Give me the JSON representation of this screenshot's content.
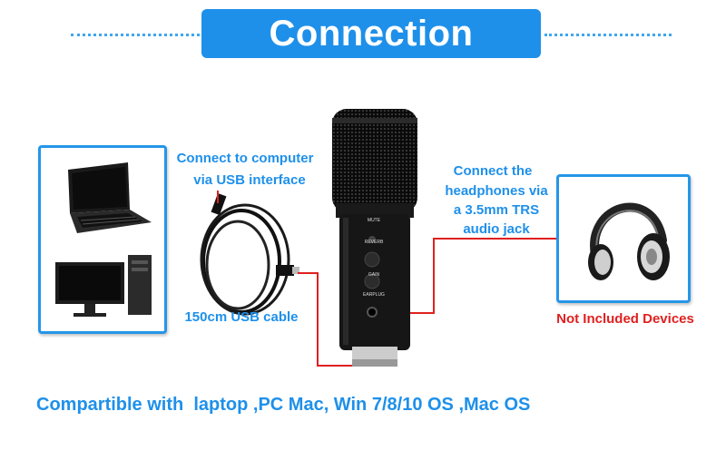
{
  "header": {
    "title": "Connection"
  },
  "computer": {
    "label_line1": "Connect to computer",
    "label_line2": "via USB interface",
    "cable_label": "150cm USB cable"
  },
  "headphones": {
    "label_line1": "Connect the",
    "label_line2": "headphones via",
    "label_line3": "a 3.5mm TRS",
    "label_line4": "audio jack",
    "not_included": "Not Included Devices"
  },
  "mic": {
    "mute": "MUTE",
    "reverb": "REVERB",
    "gain": "GAIN",
    "earplug": "EARPLUG"
  },
  "footer": {
    "compat": "Compartible with  laptop ,PC Mac, Win 7/8/10 OS ,Mac OS"
  },
  "colors": {
    "accent": "#1e90ea",
    "warn": "#e02020"
  }
}
